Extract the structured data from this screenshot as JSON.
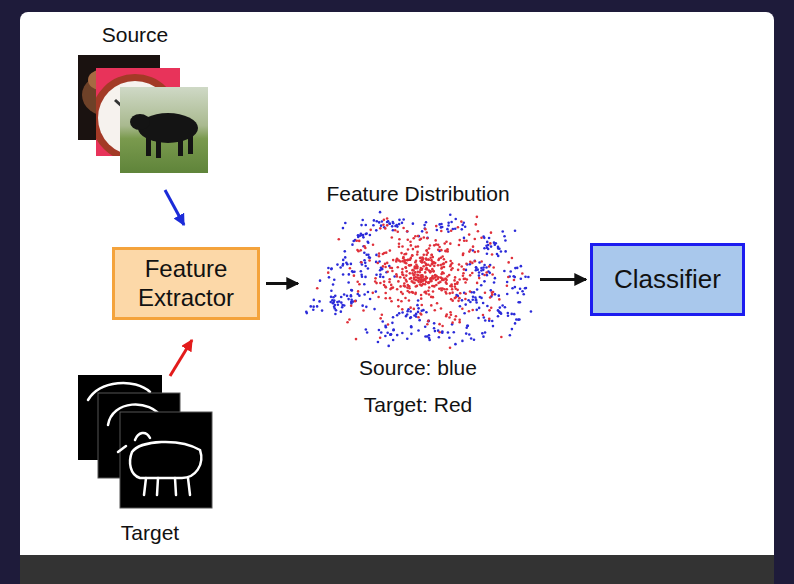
{
  "diagram": {
    "nodes": [
      {
        "text": [
          "Feature Extractor"
        ]
      },
      {
        "text": [
          "Feature Distribution",
          "Source: blue",
          "Target: Red"
        ]
      },
      {
        "text": [
          "Classifier"
        ]
      }
    ],
    "edges": [
      {
        "from": 0,
        "to": 1,
        "arrow": "to"
      },
      {
        "from": 1,
        "to": 2,
        "arrow": "to"
      }
    ],
    "labels": [
      "Source",
      "Target"
    ]
  }
}
